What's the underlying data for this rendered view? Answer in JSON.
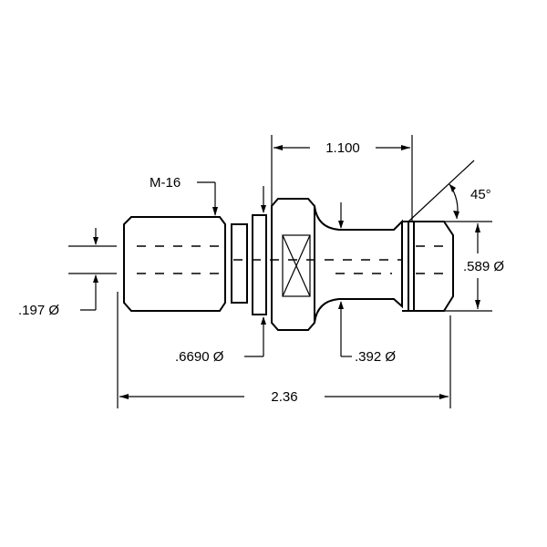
{
  "drawing": {
    "thread_label": "M-16",
    "pilot_dia_label": ".197 Ø",
    "collar_dia_label": ".6690 Ø",
    "neck_dia_label": ".392 Ø",
    "head_dia_label": ".589 Ø",
    "head_length_label": "1.100",
    "overall_length_label": "2.36",
    "angle_label": "45°"
  }
}
